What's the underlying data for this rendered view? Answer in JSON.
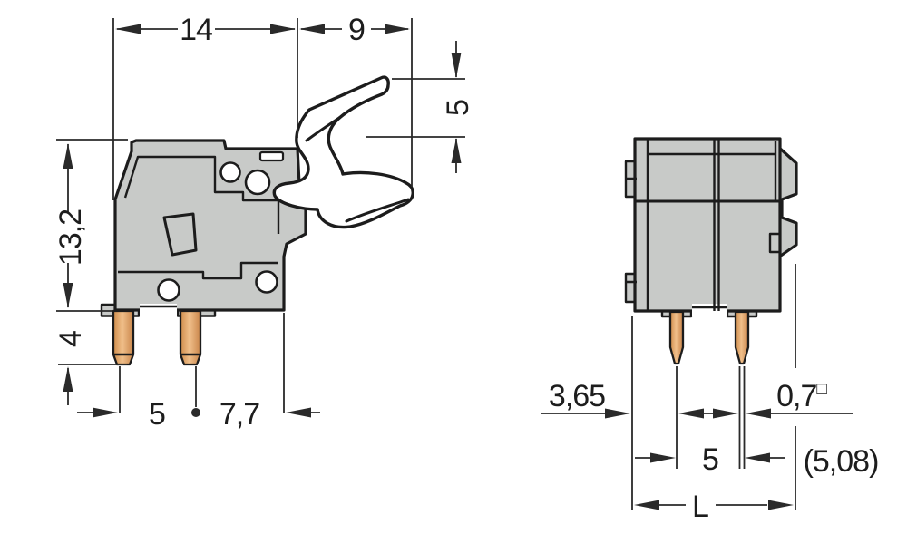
{
  "drawing_type": "terminal-block-dimension-drawing",
  "colors": {
    "background": "#ffffff",
    "body": "#c8cac8",
    "outline": "#1c1c1c",
    "dimension": "#2a2a2a",
    "text": "#1d1d1d",
    "pin_dark": "#cf8c4a",
    "pin_light": "#f0bf8a"
  },
  "side_view": {
    "dim_overall_width": "14",
    "dim_lever_reach": "9",
    "dim_lever_height": "5",
    "dim_body_height": "13,2",
    "dim_pin_length": "4",
    "dim_pin_pitch": "5",
    "dim_pitch_to_edge": "7,7"
  },
  "front_view": {
    "dim_edge_to_pin": "3,65",
    "dim_pin_width": "0,7",
    "dim_pin_width_suffix": "□",
    "dim_pin_pitch": "5",
    "dim_pitch_alt": "(5,08)",
    "dim_total_length": "L"
  }
}
